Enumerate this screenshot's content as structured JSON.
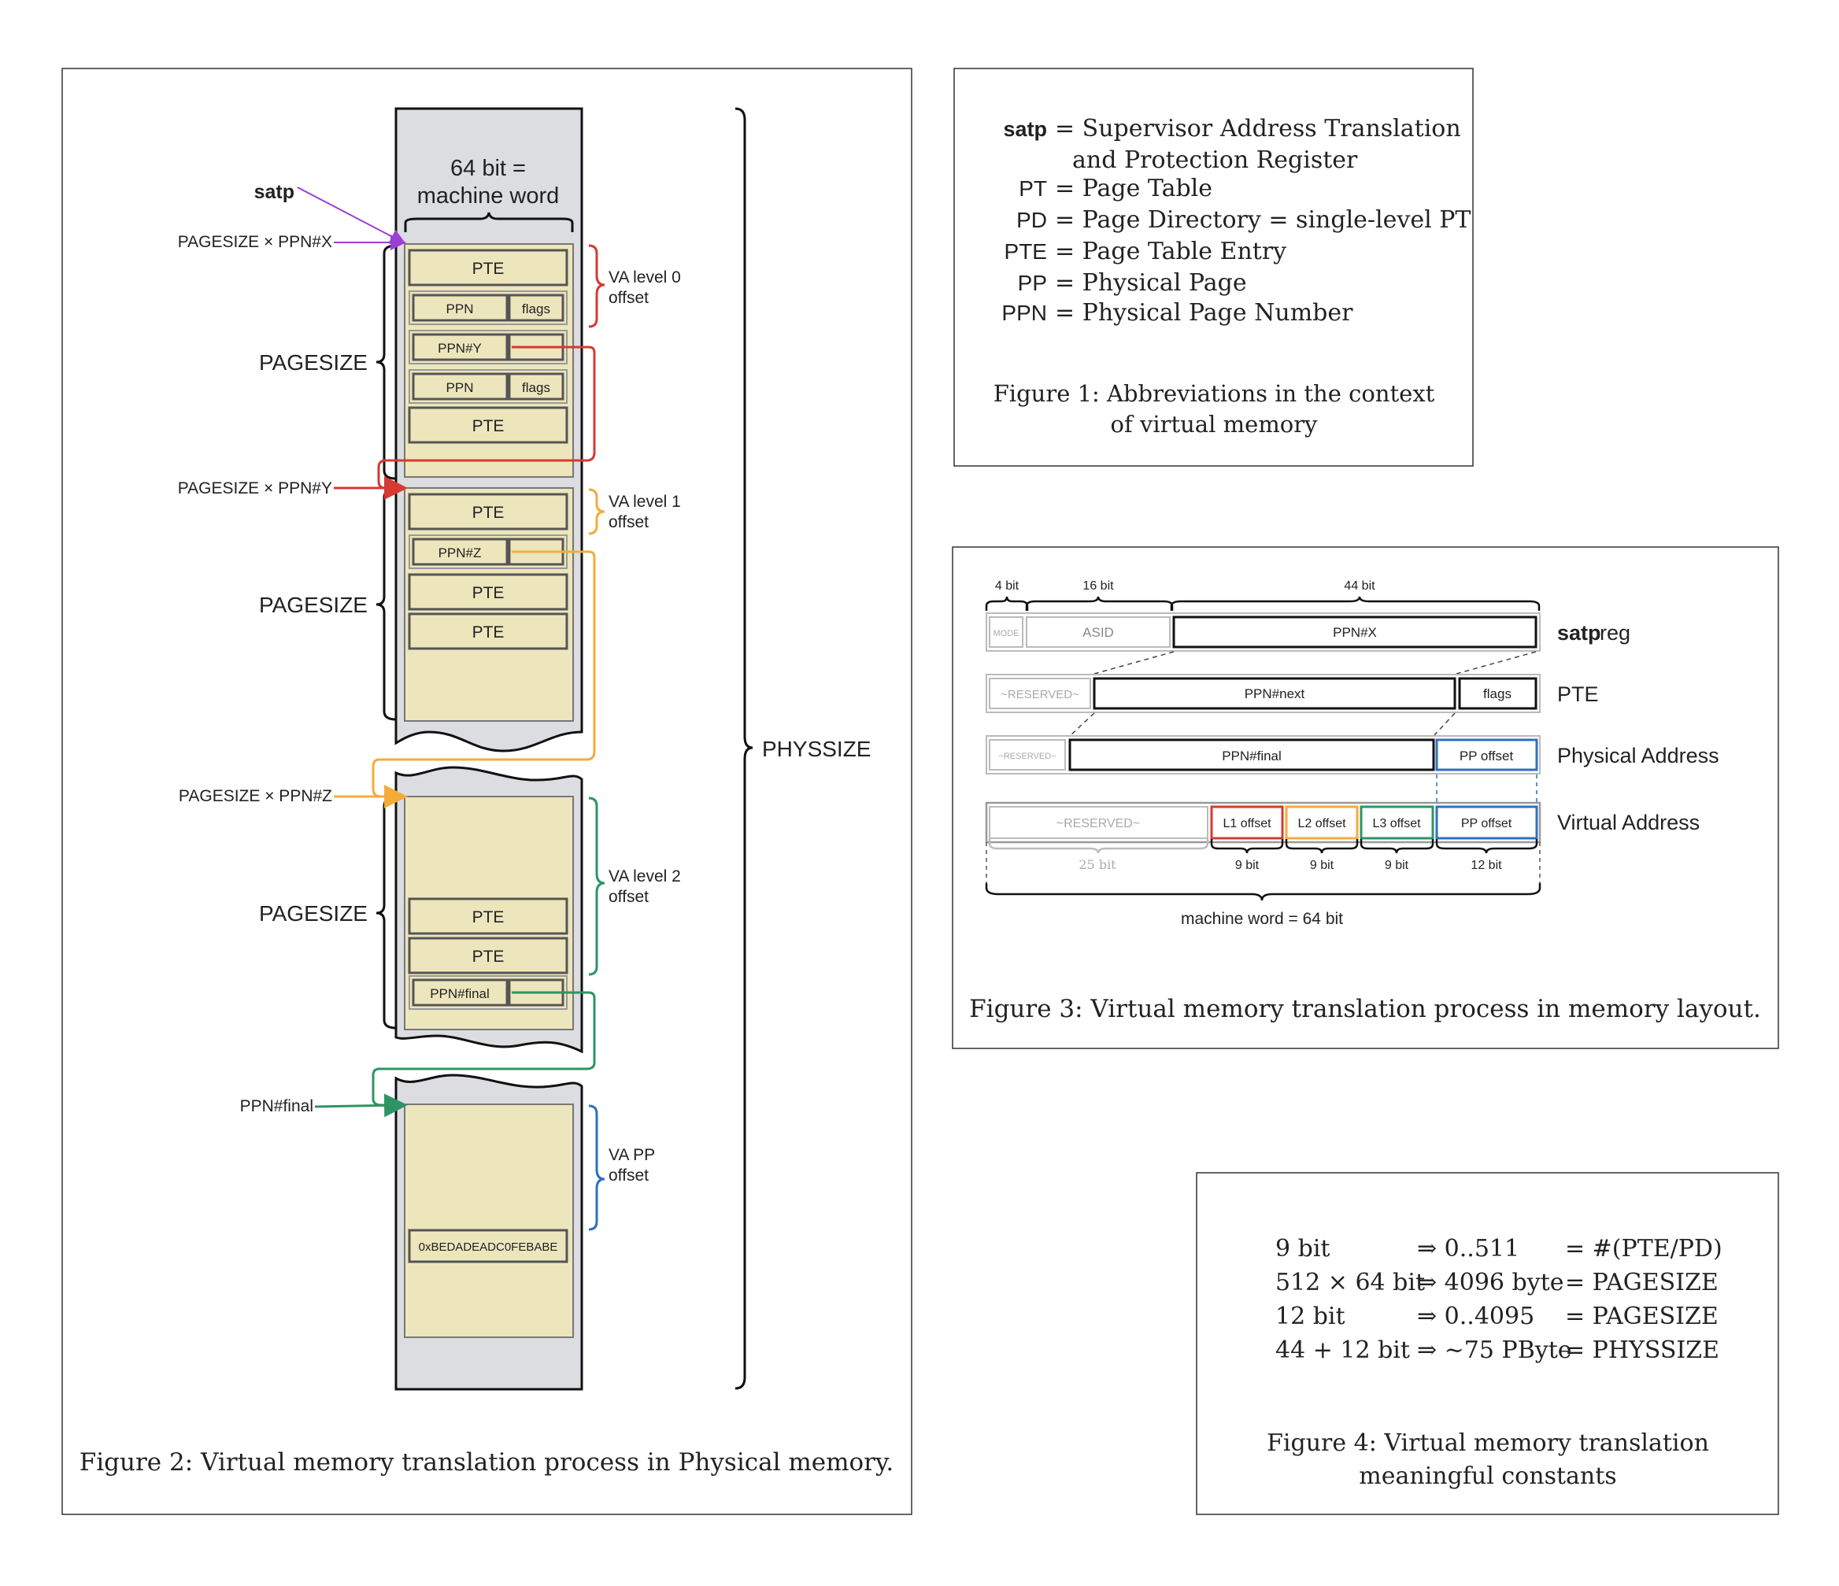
{
  "figure2": {
    "caption": "Figure 2: Virtual memory translation process in Physical memory.",
    "word_label_1": "64 bit =",
    "word_label_2": "machine word",
    "satp": "satp",
    "ptr_x": "PAGESIZE × PPN#X",
    "ptr_y": "PAGESIZE × PPN#Y",
    "ptr_z": "PAGESIZE × PPN#Z",
    "ptr_final": "PPN#final",
    "pagesize": "PAGESIZE",
    "physsize": "PHYSSIZE",
    "pte": "PTE",
    "ppn": "PPN",
    "flags": "flags",
    "ppn_y": "PPN#Y",
    "ppn_z": "PPN#Z",
    "ppn_final": "PPN#final",
    "value": "0xBEDADEADC0FEBABE",
    "va0_1": "VA level 0",
    "va0_2": "offset",
    "va1_1": "VA level 1",
    "va1_2": "offset",
    "va2_1": "VA level 2",
    "va2_2": "offset",
    "vapp_1": "VA PP",
    "vapp_2": "offset"
  },
  "figure1": {
    "caption_1": "Figure 1: Abbreviations in the context",
    "caption_2": "of virtual memory",
    "rows": [
      {
        "abbr": "satp",
        "def": "= Supervisor Address Translation"
      },
      {
        "abbr": "",
        "def": "and Protection Register"
      },
      {
        "abbr": "PT",
        "def": "= Page Table"
      },
      {
        "abbr": "PD",
        "def": "= Page Directory = single-level PT"
      },
      {
        "abbr": "PTE",
        "def": "= Page Table Entry"
      },
      {
        "abbr": "PP",
        "def": "= Physical Page"
      },
      {
        "abbr": "PPN",
        "def": "= Physical Page Number"
      }
    ]
  },
  "figure3": {
    "caption": "Figure 3: Virtual memory translation process in memory layout.",
    "top_bits": [
      "4 bit",
      "16 bit",
      "44 bit"
    ],
    "mode": "MODE",
    "asid": "ASID",
    "ppn_x": "PPN#X",
    "reserved": "~RESERVED~",
    "ppn_next": "PPN#next",
    "flags": "flags",
    "reserved_small": "~RESERVED~",
    "ppn_final": "PPN#final",
    "pp_offset": "PP offset",
    "reserved_va": "~RESERVED~",
    "l1": "L1 offset",
    "l2": "L2 offset",
    "l3": "L3 offset",
    "bottom_bits": [
      "25 bit",
      "9 bit",
      "9 bit",
      "9 bit",
      "12 bit"
    ],
    "machine_word": "machine word = 64 bit",
    "row_labels": [
      "satp",
      "reg",
      "PTE",
      "Physical Address",
      "Virtual Address"
    ]
  },
  "figure4": {
    "caption_1": "Figure 4: Virtual memory translation",
    "caption_2": "meaningful constants",
    "rows": [
      {
        "a": "9 bit",
        "b": "⇒ 0..511",
        "c": "= #(PTE/PD)"
      },
      {
        "a": "512 × 64 bit",
        "b": "⇒ 4096 byte",
        "c": "= PAGESIZE"
      },
      {
        "a": "12 bit",
        "b": "⇒ 0..4095",
        "c": "= PAGESIZE"
      },
      {
        "a": "44 + 12 bit",
        "b": "⇒ ~75 PByte",
        "c": "= PHYSSIZE"
      }
    ]
  },
  "colors": {
    "red": "#d63a33",
    "orange": "#f3ac3a",
    "green": "#2e9464",
    "blue": "#2f6fc1",
    "purple": "#9b3fd4",
    "cell": "#ede6bd",
    "grey": "#dcdde0"
  }
}
